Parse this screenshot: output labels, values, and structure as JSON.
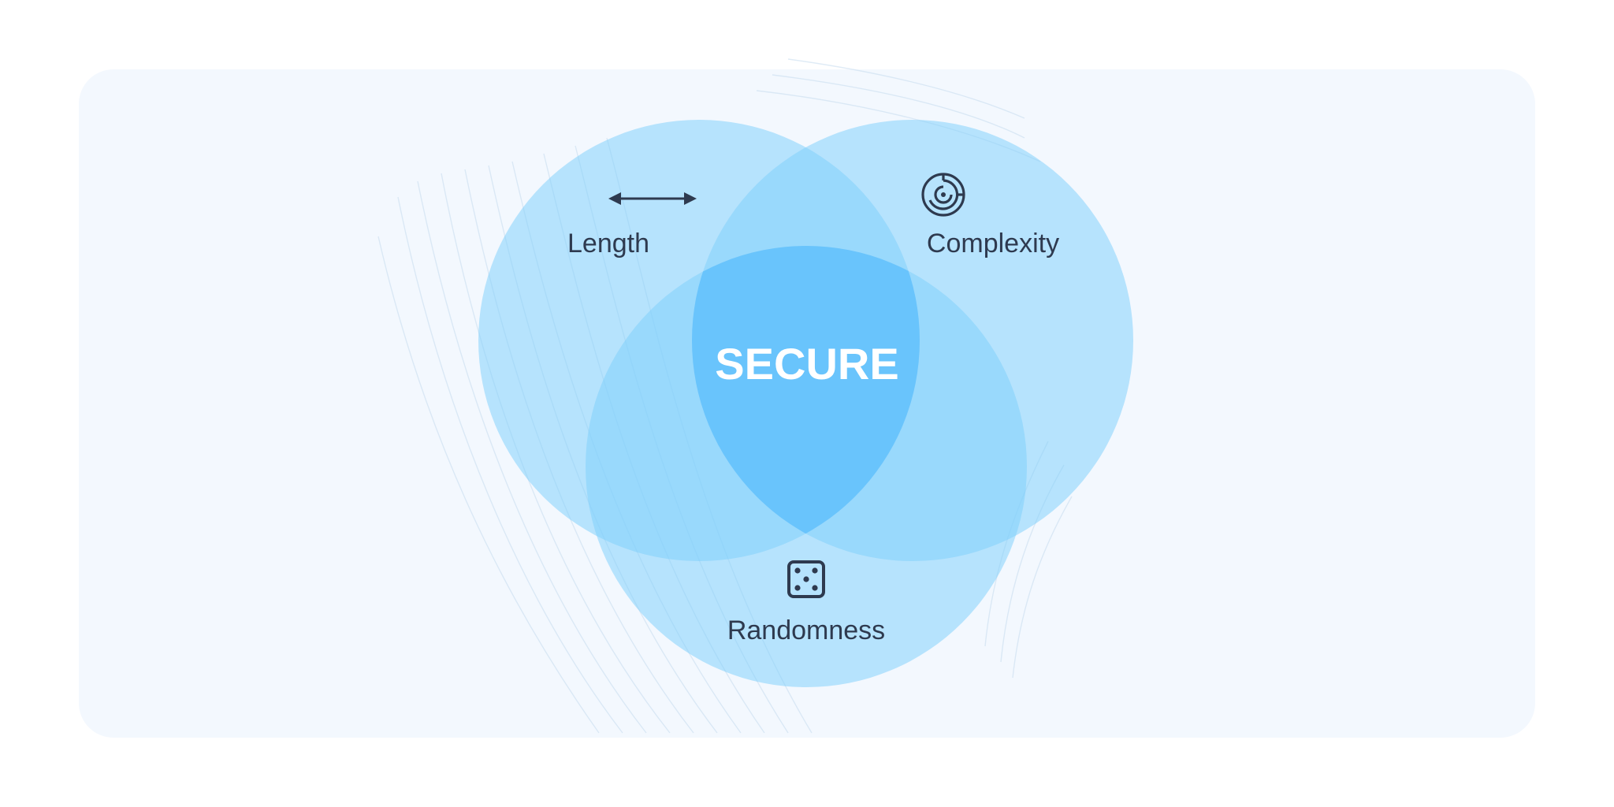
{
  "diagram": {
    "sets": [
      {
        "label": "Length",
        "icon": "double-arrow-icon"
      },
      {
        "label": "Complexity",
        "icon": "maze-icon"
      },
      {
        "label": "Randomness",
        "icon": "dice-icon"
      }
    ],
    "intersection_label": "SECURE",
    "colors": {
      "panel_background": "#f3f8fe",
      "circle_fill": "#7fd0fb",
      "center_fill": "#4fb6fb",
      "label_text": "#2e3a4f",
      "center_text": "#ffffff",
      "icon": "#2e3a4f"
    }
  }
}
